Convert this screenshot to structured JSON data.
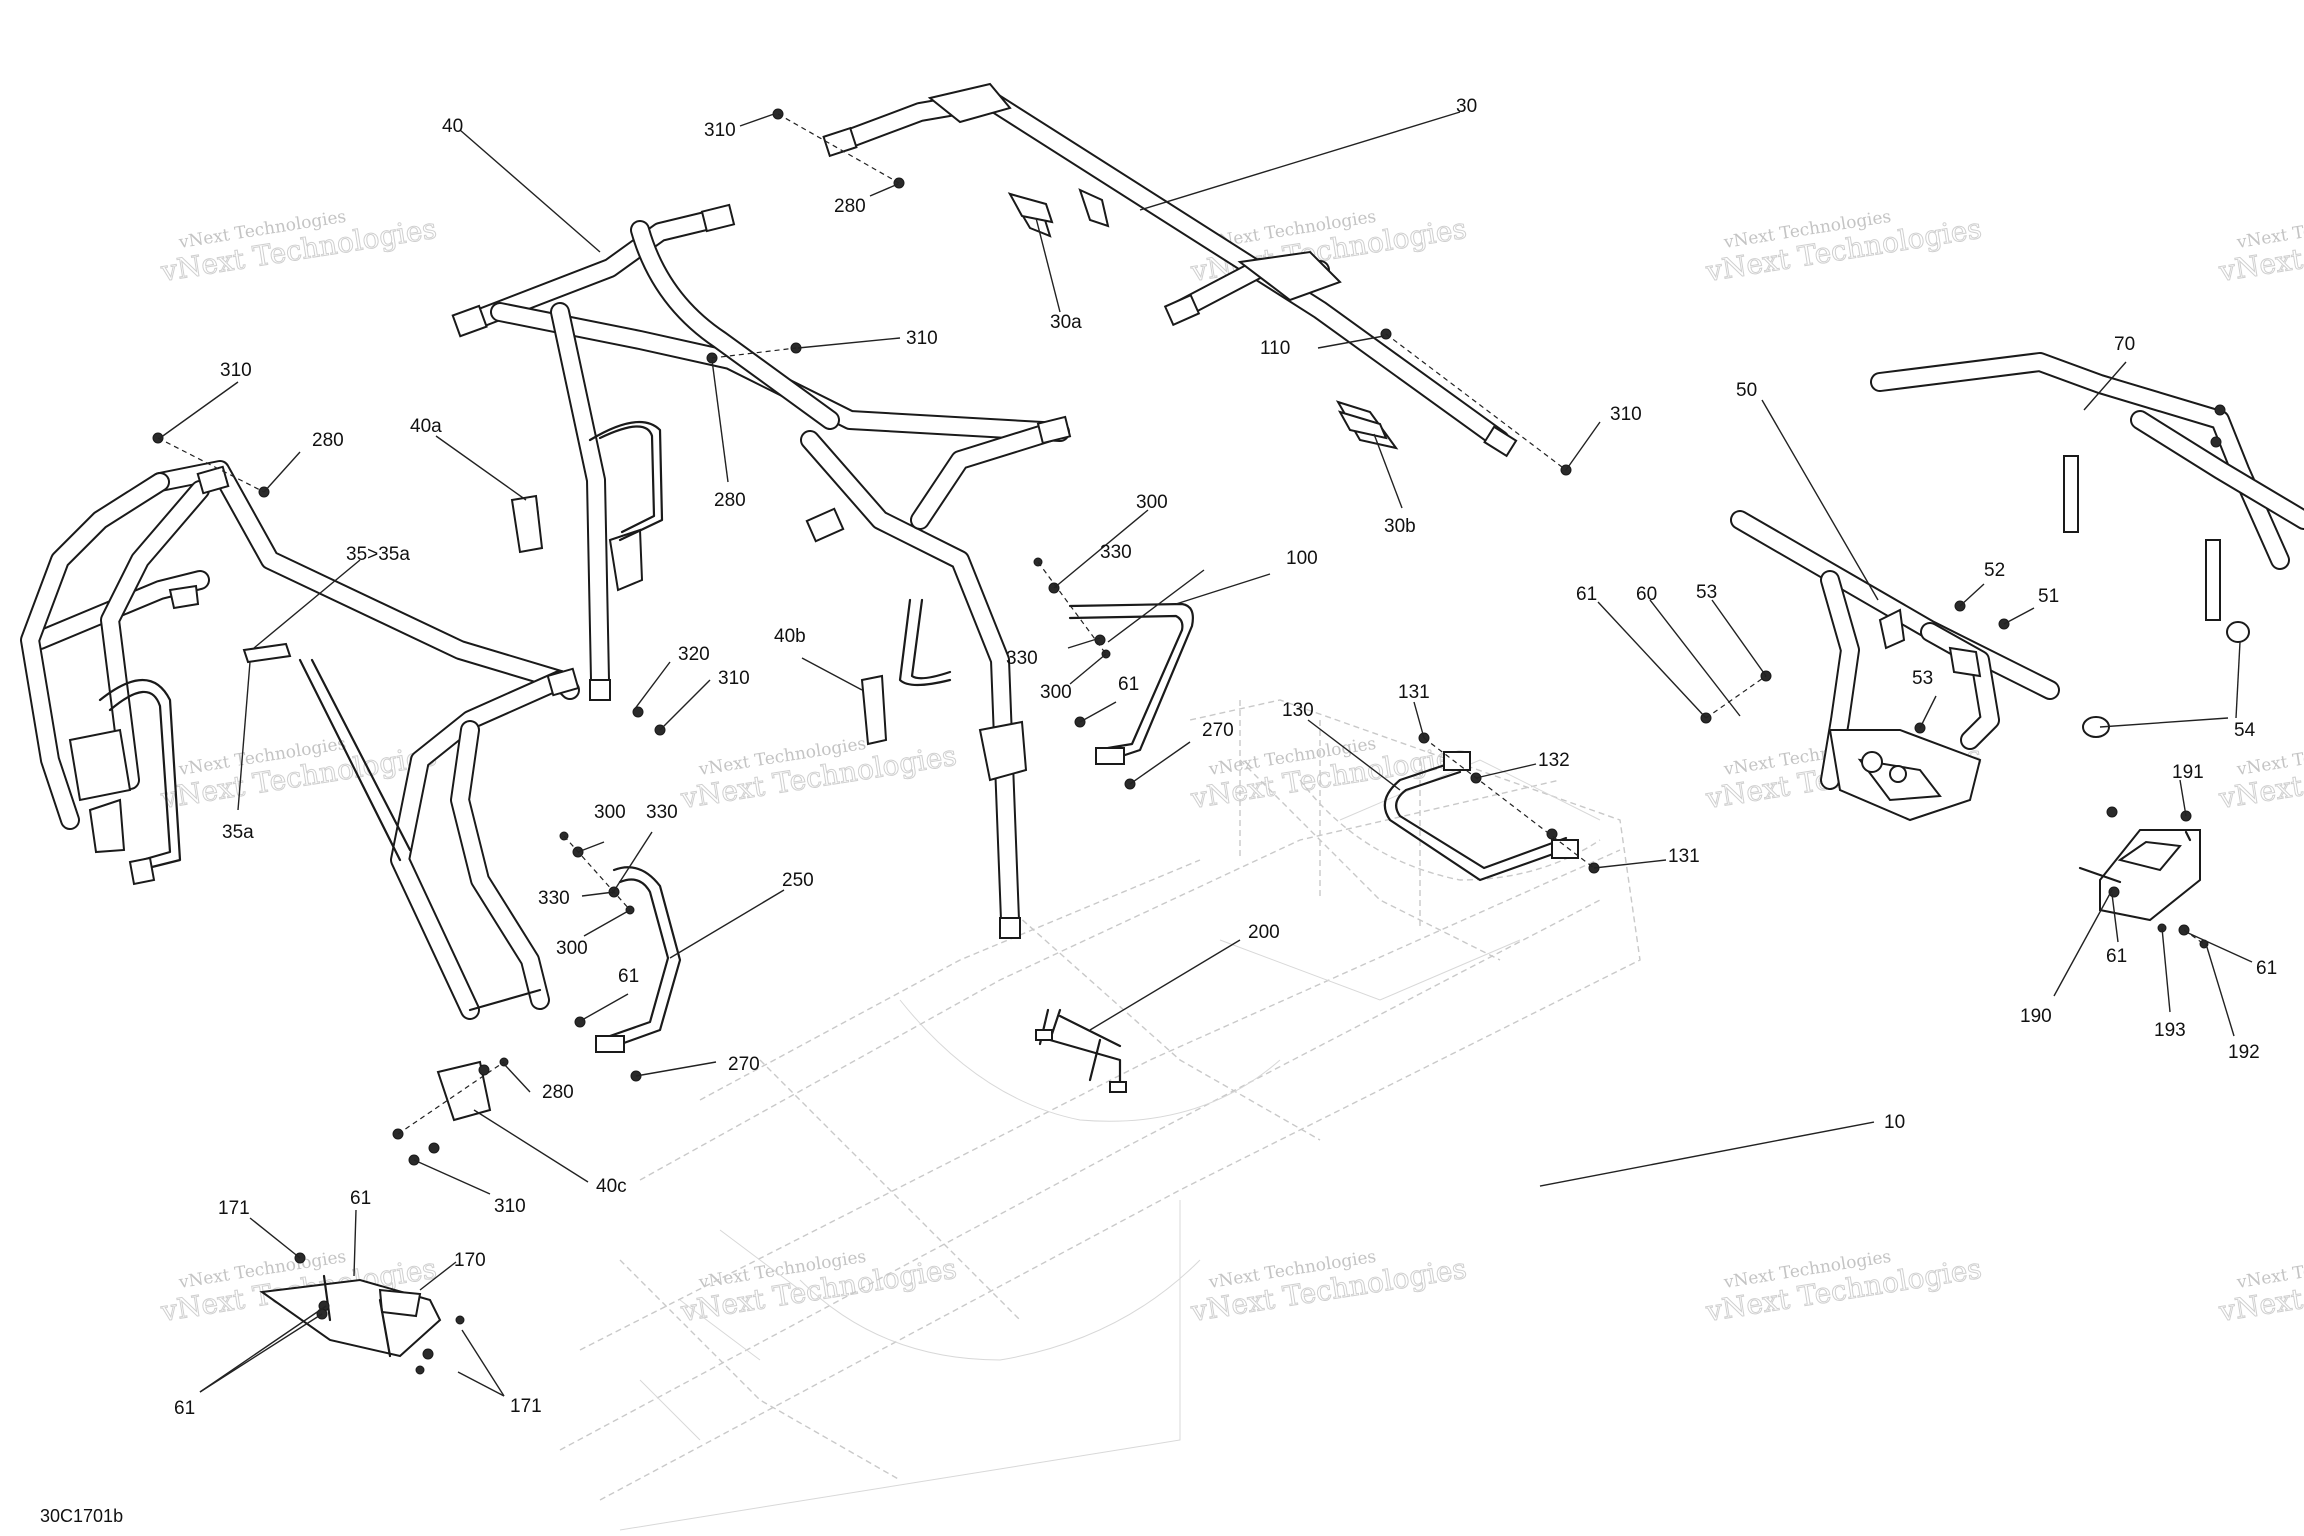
{
  "drawing_reference": "30C1701b",
  "watermark": {
    "line1": "vNext Technologies",
    "line2": "vNext Technologies"
  },
  "callouts": {
    "c30": "30",
    "c310_top": "310",
    "c280_top": "280",
    "c30a": "30a",
    "c110": "110",
    "c30b": "30b",
    "c310_right": "310",
    "c40": "40",
    "c310_mid": "310",
    "c280_mid": "280",
    "c40a": "40a",
    "c320": "320",
    "c310_low": "310",
    "c40b": "40b",
    "c310_left": "310",
    "c280_left": "280",
    "c35_35a": "35>35a",
    "c35a": "35a",
    "c300_a": "300",
    "c330_a": "330",
    "c330_b": "330",
    "c300_b": "300",
    "c100": "100",
    "c61_a": "61",
    "c270_a": "270",
    "c300_c": "300",
    "c330_c": "330",
    "c330_d": "330",
    "c300_d": "300",
    "c250": "250",
    "c61_b": "61",
    "c270_b": "270",
    "c280_low": "280",
    "c310_bottom": "310",
    "c40c": "40c",
    "c200": "200",
    "c10": "10",
    "c130": "130",
    "c131_a": "131",
    "c132": "132",
    "c131_b": "131",
    "c61_c": "61",
    "c60": "60",
    "c53_a": "53",
    "c50": "50",
    "c52": "52",
    "c51": "51",
    "c53_b": "53",
    "c54": "54",
    "c70": "70",
    "c191": "191",
    "c61_d": "61",
    "c61_e": "61",
    "c190": "190",
    "c193": "193",
    "c192": "192",
    "c171_a": "171",
    "c61_f": "61",
    "c170": "170",
    "c61_g": "61",
    "c171_b": "171"
  }
}
